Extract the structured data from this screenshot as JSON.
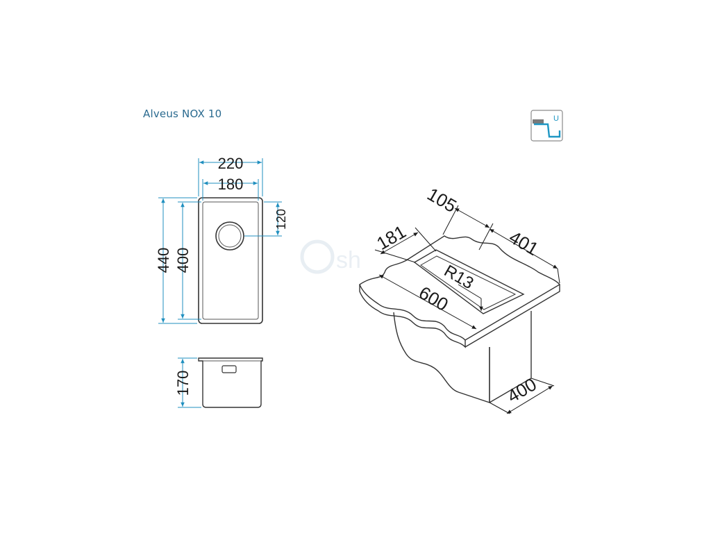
{
  "title": "Alveus NOX 10",
  "badge": {
    "letter": "U",
    "icon": "undermount-icon",
    "accent": "#1f97c4"
  },
  "colors": {
    "dimension": "#1f8fbf",
    "outline": "#333333",
    "text": "#1a1a1a",
    "title": "#2a6a8f"
  },
  "top_view": {
    "outer_width": "220",
    "inner_width": "180",
    "drain_offset": "120",
    "outer_length": "440",
    "inner_length": "400"
  },
  "side_view": {
    "depth": "170"
  },
  "iso_view": {
    "cabinet_depth": "105",
    "front_offset": "181",
    "right_length": "401",
    "corner_radius": "R13",
    "front_length": "600",
    "cabinet_width": "400"
  },
  "watermark": "sh"
}
